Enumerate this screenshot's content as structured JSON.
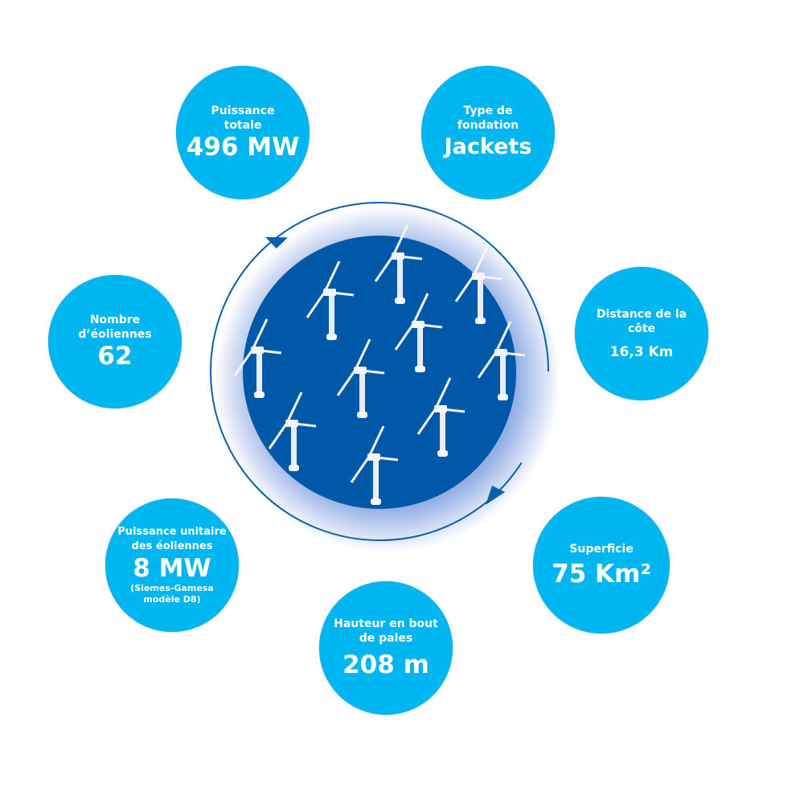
{
  "colors": {
    "bubble": "#00b6f0",
    "center": "#0058a9",
    "ring": "#0a5fae"
  },
  "stats": {
    "total_power": {
      "label": "Puissance totale",
      "value": "496 MW"
    },
    "foundation": {
      "label": "Type de fondation",
      "value": "Jackets"
    },
    "turbine_count": {
      "label": "Nombre d’éoliennes",
      "value": "62"
    },
    "distance": {
      "label": "Distance de la côte",
      "value": "16,3 Km"
    },
    "unit_power": {
      "label": "Puissance unitaire des éoliennes",
      "value": "8 MW",
      "note": "(Siemes-Gamesa modèle D8)"
    },
    "area": {
      "label": "Superficie",
      "value": "75 Km²"
    },
    "height": {
      "label": "Hauteur en bout de pales",
      "value": "208 m"
    }
  }
}
